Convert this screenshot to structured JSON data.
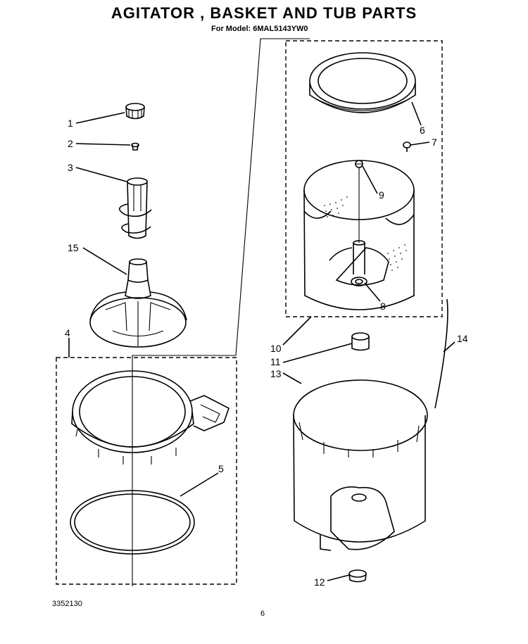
{
  "header": {
    "title": "AGITATOR , BASKET AND TUB PARTS",
    "subtitle": "For Model: 6MAL5143YW0"
  },
  "footer": {
    "doc_number": "3352130",
    "page_number": "6"
  },
  "callouts": {
    "p1": "1",
    "p2": "2",
    "p3": "3",
    "p4": "4",
    "p5": "5",
    "p6": "6",
    "p7": "7",
    "p8": "8",
    "p9": "9",
    "p10": "10",
    "p11": "11",
    "p12": "12",
    "p13": "13",
    "p14": "14",
    "p15": "15"
  }
}
